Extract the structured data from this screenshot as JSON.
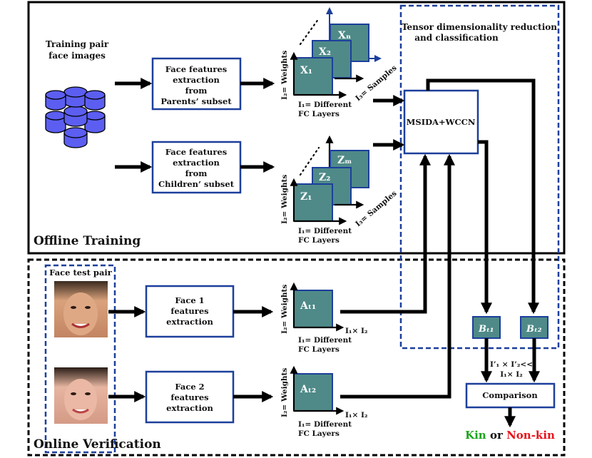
{
  "offline_title": "Offline Training",
  "online_title": "Online Verification",
  "training_pair_label": [
    "Training pair",
    "face images"
  ],
  "face_test_pair_label": "Face test pair",
  "tensor_title": [
    "Tensor dimensionality reduction",
    "and classification"
  ],
  "parents_box": [
    "Face features",
    "extraction",
    "from",
    "Parents’ subset"
  ],
  "children_box": [
    "Face features",
    "extraction",
    "from",
    "Children’ subset"
  ],
  "face1_box": [
    "Face 1",
    "features",
    "extraction"
  ],
  "face2_box": [
    "Face 2",
    "features",
    "extraction"
  ],
  "msida_box": "MSIDA+WCCN",
  "comparison_box": "Comparison",
  "axis_weights": "I₂= Weights",
  "axis_fc": [
    "I₁= Different",
    "FC Layers"
  ],
  "axis_samples": "I₃= Samples",
  "axis_product": "I₁× I₂",
  "reduced_dims": [
    "I’₁ × I’₂<<",
    "I₁× I₂"
  ],
  "parent_tensors": [
    "X₁",
    "X₂",
    "Xₙ"
  ],
  "child_tensors": [
    "Z₁",
    "Z₂",
    "Zₘ"
  ],
  "test_tensor_1": "Aₜ₁",
  "test_tensor_2": "Aₜ₂",
  "proj_tensor_1": "Bₜ₁",
  "proj_tensor_2": "Bₜ₂",
  "result_kin": "Kin",
  "result_or": " or ",
  "result_nonkin": "Non-kin",
  "colors": {
    "box_border": "#1c3f9b",
    "tensor_fill": "#4f8a88",
    "db_fill": "#5b5ef0",
    "kin": "#1aa51a",
    "nonkin": "#e8141a"
  }
}
